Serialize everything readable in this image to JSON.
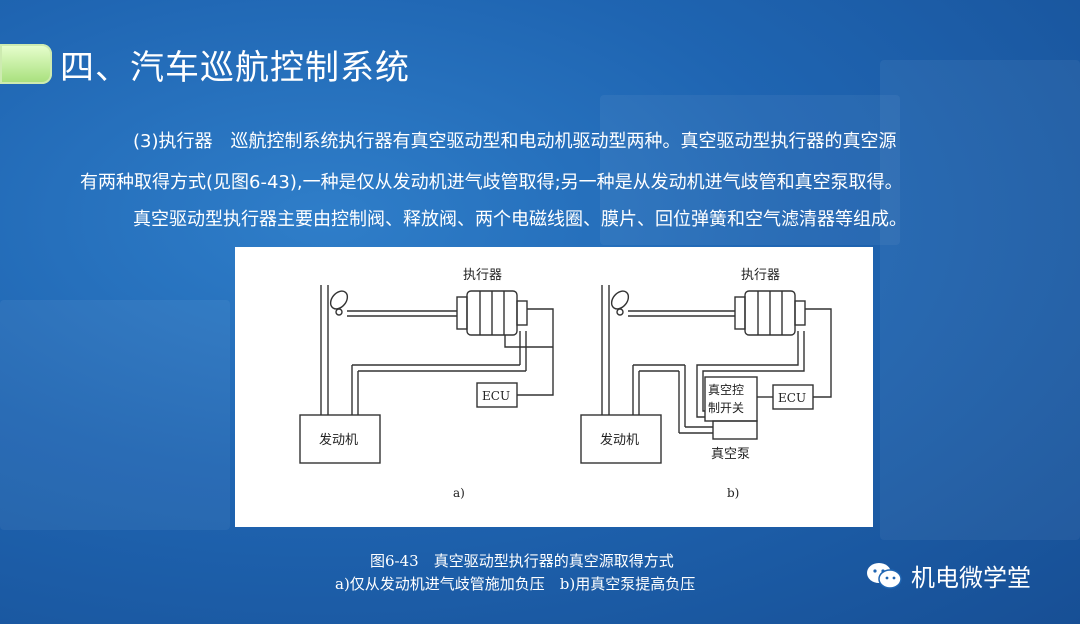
{
  "slide": {
    "title": "四、汽车巡航控制系统",
    "paragraphs": [
      "(3)执行器　巡航控制系统执行器有真空驱动型和电动机驱动型两种。真空驱动型执行器的真空源",
      "有两种取得方式(见图6-43),一种是仅从发动机进气歧管取得;另一种是从发动机进气歧管和真空泵取得。",
      "真空驱动型执行器主要由控制阀、释放阀、两个电磁线圈、膜片、回位弹簧和空气滤清器等组成。"
    ],
    "caption_line1": "图6-43　真空驱动型执行器的真空源取得方式",
    "caption_line2": "a)仅从发动机进气歧管施加负压　b)用真空泵提高负压",
    "brand": "机电微学堂"
  },
  "figure": {
    "a": {
      "actuator": "执行器",
      "ecu": "ECU",
      "engine": "发动机",
      "label": "a)"
    },
    "b": {
      "actuator": "执行器",
      "ecu": "ECU",
      "switch_line1": "真空控",
      "switch_line2": "制开关",
      "pump": "真空泵",
      "engine": "发动机",
      "label": "b)"
    }
  },
  "colors": {
    "background": "#1f65b2",
    "title_accent": "#a6df7a",
    "text": "#ffffff"
  }
}
